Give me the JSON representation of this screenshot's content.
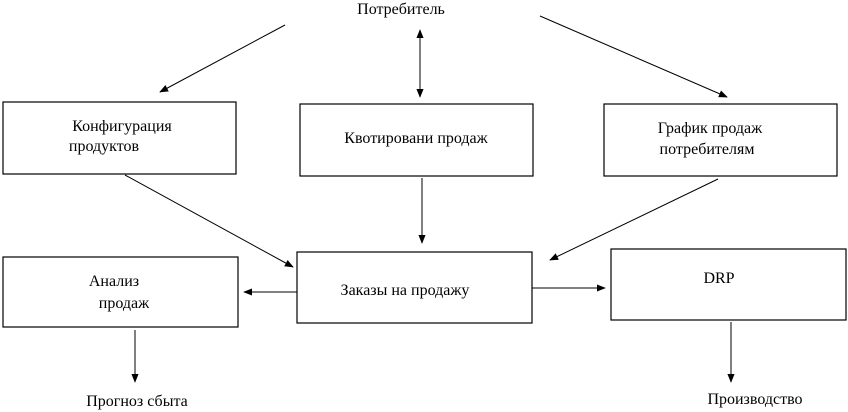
{
  "diagram": {
    "top_label": "Потребитель",
    "nodes": {
      "config": {
        "line1": "Конфигурация",
        "line2": "продуктов"
      },
      "quote": {
        "line1": "Квотировани продаж"
      },
      "schedule": {
        "line1": "График продаж",
        "line2": "потребителям"
      },
      "analysis": {
        "line1": "Анализ",
        "line2": "продаж"
      },
      "orders": {
        "line1": "Заказы на продажу"
      },
      "drp": {
        "line1": "DRP"
      }
    },
    "bottom_left_label": "Прогноз сбыта",
    "bottom_right_label": "Производство"
  }
}
